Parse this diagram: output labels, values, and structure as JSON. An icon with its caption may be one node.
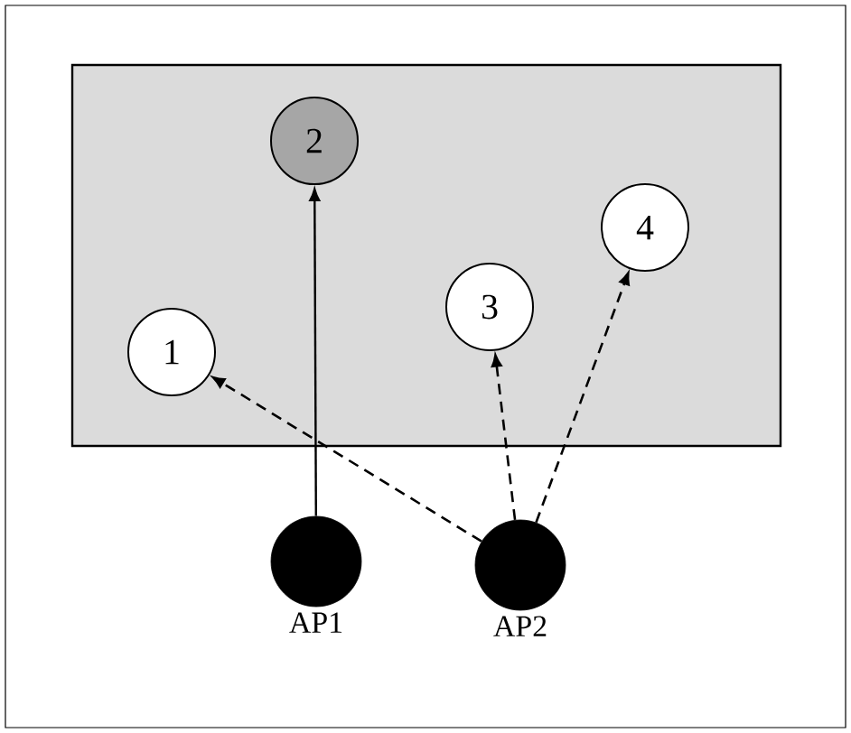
{
  "diagram": {
    "nodes": [
      {
        "text": [],
        "shape": "box"
      },
      {
        "text": [
          "1"
        ],
        "in": 0
      },
      {
        "text": [
          "2"
        ],
        "in": 0
      },
      {
        "text": [
          "3"
        ],
        "in": 0
      },
      {
        "text": [
          "4"
        ],
        "in": 0
      },
      {
        "text": [
          "AP1"
        ]
      },
      {
        "text": [
          "AP2"
        ]
      }
    ],
    "edges": [
      {
        "from": 5,
        "to": 2,
        "arrow": "to"
      },
      {
        "from": 6,
        "to": 1,
        "arrow": "to",
        "style": "dashed"
      },
      {
        "from": 6,
        "to": 3,
        "arrow": "to",
        "style": "dashed"
      },
      {
        "from": 6,
        "to": 4,
        "arrow": "to",
        "style": "dashed"
      }
    ]
  }
}
